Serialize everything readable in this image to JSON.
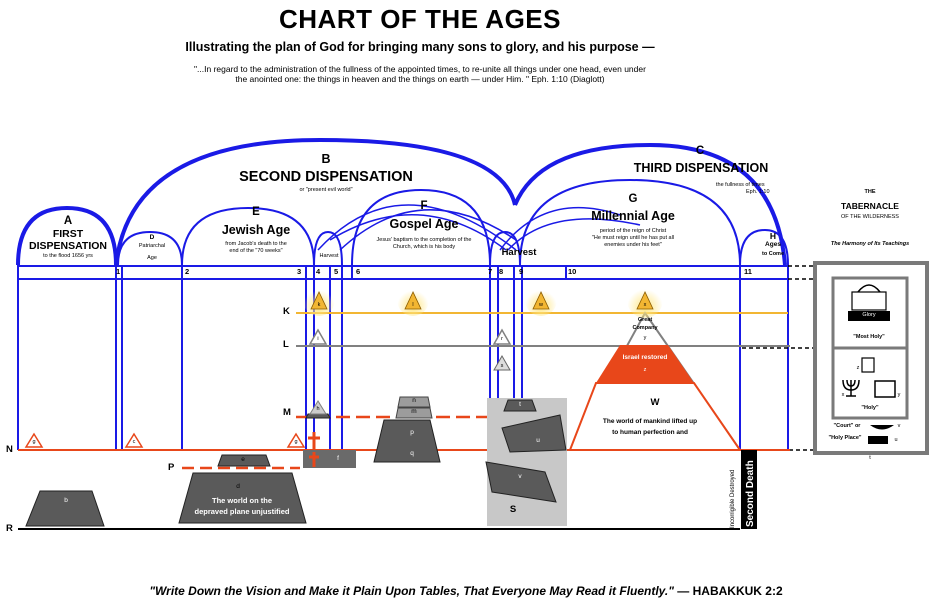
{
  "header": {
    "title": "CHART OF THE AGES",
    "subtitle": "Illustrating the plan of God for bringing many sons to glory, and his purpose —",
    "quote_line1": "\"...In regard to the administration of the fullness of the appointed times, to re-unite all things under one head, even under",
    "quote_line2": "the anointed one: the things in heaven and the things on earth — under Him. \" Eph. 1:10 (Diaglott)"
  },
  "dispensations": {
    "a_letter": "A",
    "a_line1": "FIRST",
    "a_line2": "DISPENSATION",
    "a_note": "to the flood 1656 yrs",
    "b_letter": "B",
    "b_title": "SECOND DISPENSATION",
    "b_note": "or \"present evil world\"",
    "c_letter": "C",
    "c_title": "THIRD DISPENSATION",
    "c_note1": "the fullness of times",
    "c_note2": "Eph. 1:10"
  },
  "ages": {
    "d_letter": "D",
    "d_line1": "Patriarchal",
    "d_line2": "Age",
    "e_letter": "E",
    "e_title": "Jewish Age",
    "e_note1": "from Jacob's death to the",
    "e_note2": "end of the \"70 weeks\"",
    "f_letter": "F",
    "f_title": "Gospel Age",
    "f_note1": "Jesus' baptism to the completion of the",
    "f_note2": "Church, which is his body",
    "harvest1": "Harvest",
    "harvest2": "Harvest",
    "g_letter": "G",
    "g_title": "Millennial Age",
    "g_note1": "period of the reign of Christ",
    "g_note2": "\"He must reign until he has put all",
    "g_note3": "enemies under his feet\"",
    "h_letter": "H",
    "h_line1": "Ages",
    "h_line2": "to Come"
  },
  "time_marks": [
    "1",
    "2",
    "3",
    "4",
    "5",
    "6",
    "7",
    "8",
    "9",
    "10",
    "11"
  ],
  "planes": [
    "K",
    "L",
    "M",
    "N",
    "P",
    "R"
  ],
  "pyramid": {
    "great_company": "Great",
    "great_company2": "Company",
    "y_mark": "y",
    "israel": "Israel restored",
    "z_mark": "z",
    "w_letter": "W",
    "world1": "The world of mankind lifted up",
    "world2": "to human perfection and"
  },
  "pyramid_label_k": "k",
  "figures": {
    "a": "a",
    "b": "b",
    "c": "c",
    "d": "d",
    "e": "e",
    "f": "f",
    "g": "g",
    "h": "h",
    "i": "i",
    "k": "k",
    "l": "l",
    "m": "m",
    "n": "n",
    "p": "p",
    "q": "q",
    "r": "r",
    "s": "s",
    "t": "t",
    "u": "u",
    "v": "v",
    "w": "w",
    "x": "x",
    "S": "S",
    "depraved1": "The world on the",
    "depraved2": "depraved plane unjustified"
  },
  "destroyed": {
    "incorrigible": "Incorrigible Destroyed",
    "second_death": "Second Death"
  },
  "tabernacle": {
    "line1": "THE",
    "line2": "TABERNACLE",
    "line3": "OF THE WILDERNESS",
    "harmony": "The Harmony of Its Teachings",
    "glory": "Glory",
    "most_holy": "\"Most Holy\"",
    "holy": "\"Holy\"",
    "court": "\"Court\" or",
    "holy_place": "\"Holy Place\"",
    "mark_z": "z",
    "mark_x": "x",
    "mark_y": "y",
    "mark_v": "v",
    "mark_u": "u",
    "mark_t": "t"
  },
  "footer": {
    "verse": "\"Write Down the Vision and Make it Plain Upon Tables, That Everyone May Read it Fluently.\"",
    "reference": "— HABAKKUK 2:2"
  },
  "colors": {
    "blue": "#1a1ae6",
    "orange": "#e8471a",
    "yellow": "#f2b632",
    "gray": "#808080",
    "dark": "#5a5a5a"
  }
}
